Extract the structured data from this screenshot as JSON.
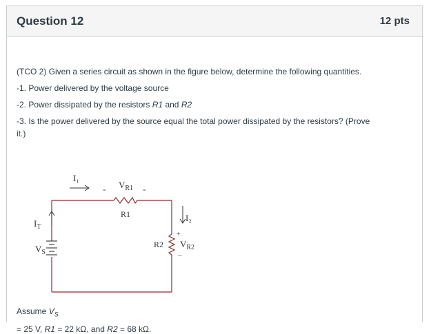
{
  "header": {
    "title": "Question 12",
    "points": "12 pts"
  },
  "question": {
    "line1": "(TCO 2) Given a series circuit as shown in the figure below, determine the following quantities.",
    "line2": "-1. Power delivered by the voltage source",
    "line3_prefix": "-2. Power dissipated by the resistors ",
    "line3_r1": "R1",
    "line3_and": " and ",
    "line3_r2": "R2",
    "line4": "-3. Is the power delivered by the source equal the total power dissipated by the resistors? (Prove",
    "line5": "it.)"
  },
  "circuit": {
    "i1": "I₁",
    "vr1_minus_left": "-",
    "vr1": "V",
    "vr1_sub": "R1",
    "vr1_minus_right": "-",
    "r1": "R1",
    "it": "I",
    "it_sub": "T",
    "vs": "V",
    "vs_sub": "S",
    "i2": "I₂",
    "r2": "R2",
    "plus": "+",
    "minus": "_",
    "vr2": "V",
    "vr2_sub": "R2"
  },
  "assume": {
    "prefix": "Assume ",
    "vs": "V",
    "vs_sub": "S",
    "line2_prefix": "= 25 V, ",
    "r1_label": "R1",
    "r1_value": " = 22 kΩ, and ",
    "r2_label": "R2",
    "r2_value": " = 68 kΩ."
  }
}
